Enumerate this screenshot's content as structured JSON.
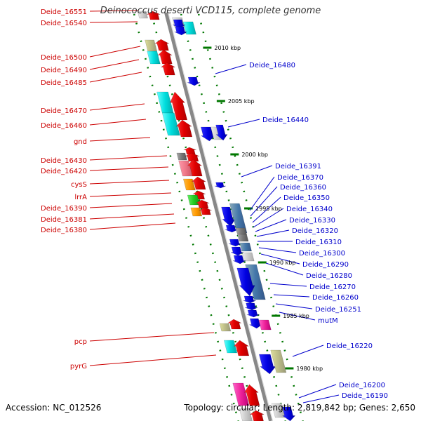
{
  "title": "Deinococcus deserti VCD115, complete genome",
  "accession": "Accession: NC_012526",
  "topology": "Topology: circular; Length: 2,819,842 bp; Genes: 2,650",
  "colors": {
    "left_label": "#cc0000",
    "right_label": "#0000cc",
    "forward_gene": "#ff0000",
    "reverse_gene": "#0000ff",
    "backbone": "#888888",
    "tick": "#007700"
  },
  "kbp_markers": [
    "2010 kbp",
    "2005 kbp",
    "2000 kbp",
    "1995 kbp",
    "1990 kbp",
    "1985 kbp",
    "1980 kbp"
  ],
  "left_genes": [
    "Deide_16551",
    "Deide_16540",
    "Deide_16500",
    "Deide_16490",
    "Deide_16485",
    "Deide_16470",
    "Deide_16460",
    "gnd",
    "Deide_16430",
    "Deide_16420",
    "cysS",
    "lrrA",
    "Deide_16390",
    "Deide_16381",
    "Deide_16380",
    "pcp",
    "pyrG"
  ],
  "right_genes": [
    "Deide_16480",
    "Deide_16440",
    "Deide_16391",
    "Deide_16370",
    "Deide_16360",
    "Deide_16350",
    "Deide_16340",
    "Deide_16330",
    "Deide_16320",
    "Deide_16310",
    "Deide_16300",
    "Deide_16290",
    "Deide_16280",
    "Deide_16270",
    "Deide_16260",
    "Deide_16251",
    "mutM",
    "Deide_16220",
    "Deide_16200",
    "Deide_16190"
  ]
}
